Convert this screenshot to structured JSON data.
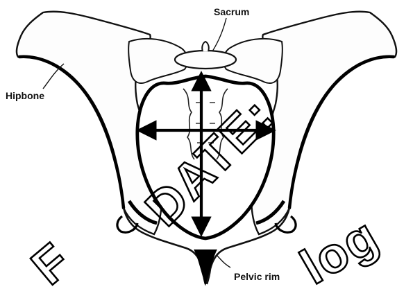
{
  "labels": {
    "sacrum": "Sacrum",
    "hipbone": "Hipbone",
    "pelvic_rim": "Pelvic rim"
  },
  "watermark": {
    "left_text": "F",
    "center_text": "DATE:",
    "right_text": "log"
  },
  "colors": {
    "ink": "#111111",
    "paper": "#ffffff",
    "bone_fill": "#fdfdfd"
  }
}
